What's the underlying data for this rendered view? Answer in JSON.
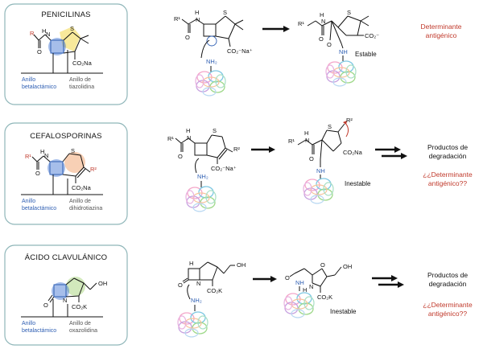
{
  "colors": {
    "card_border": "#8fb6b9",
    "beta_lactam_highlight": "#3a6fd1",
    "penicillin_ring2_highlight": "#f5e27a",
    "cephalosporin_ring2_highlight": "#f4b183",
    "clavulanic_ring2_highlight": "#bfe0a0",
    "red_text": "#c0392b",
    "blue_text": "#2f5fb3"
  },
  "rows": [
    {
      "card": {
        "title": "PENICILINAS",
        "ring_a_line1": "Anillo",
        "ring_a_line2": "betalactámico",
        "ring_b_line1": "Anillo de",
        "ring_b_line2": "tiazolidina",
        "substituent": "R",
        "sulfur": "S",
        "nitrogen": "N",
        "nh": "H",
        "oxygen": "O",
        "salt": "CO₂Na"
      },
      "reactant": {
        "r": "R¹",
        "h": "H",
        "n": "N",
        "s": "S",
        "o": "O",
        "salt": "CO₂⁻Na⁺",
        "nucleophile": "NH₂"
      },
      "product": {
        "r": "R¹",
        "h": "H",
        "n": "N",
        "s": "S",
        "o": "O",
        "carboxylate": "CO₂⁻",
        "nh": "NH"
      },
      "status": "Estable",
      "result_line1": "Determinante",
      "result_line2": "antigénico"
    },
    {
      "card": {
        "title": "CEFALOSPORINAS",
        "ring_a_line1": "Anillo",
        "ring_a_line2": "betalactámico",
        "ring_b_line1": "Anillo de",
        "ring_b_line2": "dihidrotiazina",
        "substituent": "R¹",
        "substituent2": "R²",
        "sulfur": "S",
        "nitrogen": "N",
        "nh": "H",
        "oxygen": "O",
        "salt": "CO₂Na"
      },
      "reactant": {
        "r": "R¹",
        "r2": "R²",
        "h": "H",
        "n": "N",
        "s": "S",
        "o": "O",
        "salt": "CO₂⁻Na⁺",
        "nucleophile": "NH₂"
      },
      "product": {
        "r": "R¹",
        "r2": "R²",
        "h": "H",
        "n": "N",
        "s": "S",
        "o": "O",
        "salt": "CO₂Na",
        "nh": "NH"
      },
      "status": "Inestable",
      "result_black1": "Productos de",
      "result_black2": "degradación",
      "result_line1": "¿¿Determinante",
      "result_line2": "antigénico??"
    },
    {
      "card": {
        "title": "ÁCIDO CLAVULÁNICO",
        "ring_a_line1": "Anillo",
        "ring_a_line2": "betalactámico",
        "ring_b_line1": "Anillo de",
        "ring_b_line2": "oxazolidina",
        "oh": "OH",
        "nitrogen": "N",
        "oxygen": "O",
        "salt": "CO₂K"
      },
      "reactant": {
        "h": "H",
        "n": "N",
        "o": "O",
        "oh": "OH",
        "salt": "CO₂K",
        "nucleophile": "NH₂"
      },
      "product": {
        "n": "N",
        "o": "O",
        "oh": "OH",
        "salt": "CO₂K",
        "nh": "NH",
        "h": "H"
      },
      "status": "Inestable",
      "result_black1": "Productos de",
      "result_black2": "degradación",
      "result_line1": "¿¿Determinante",
      "result_line2": "antigénico??"
    }
  ]
}
